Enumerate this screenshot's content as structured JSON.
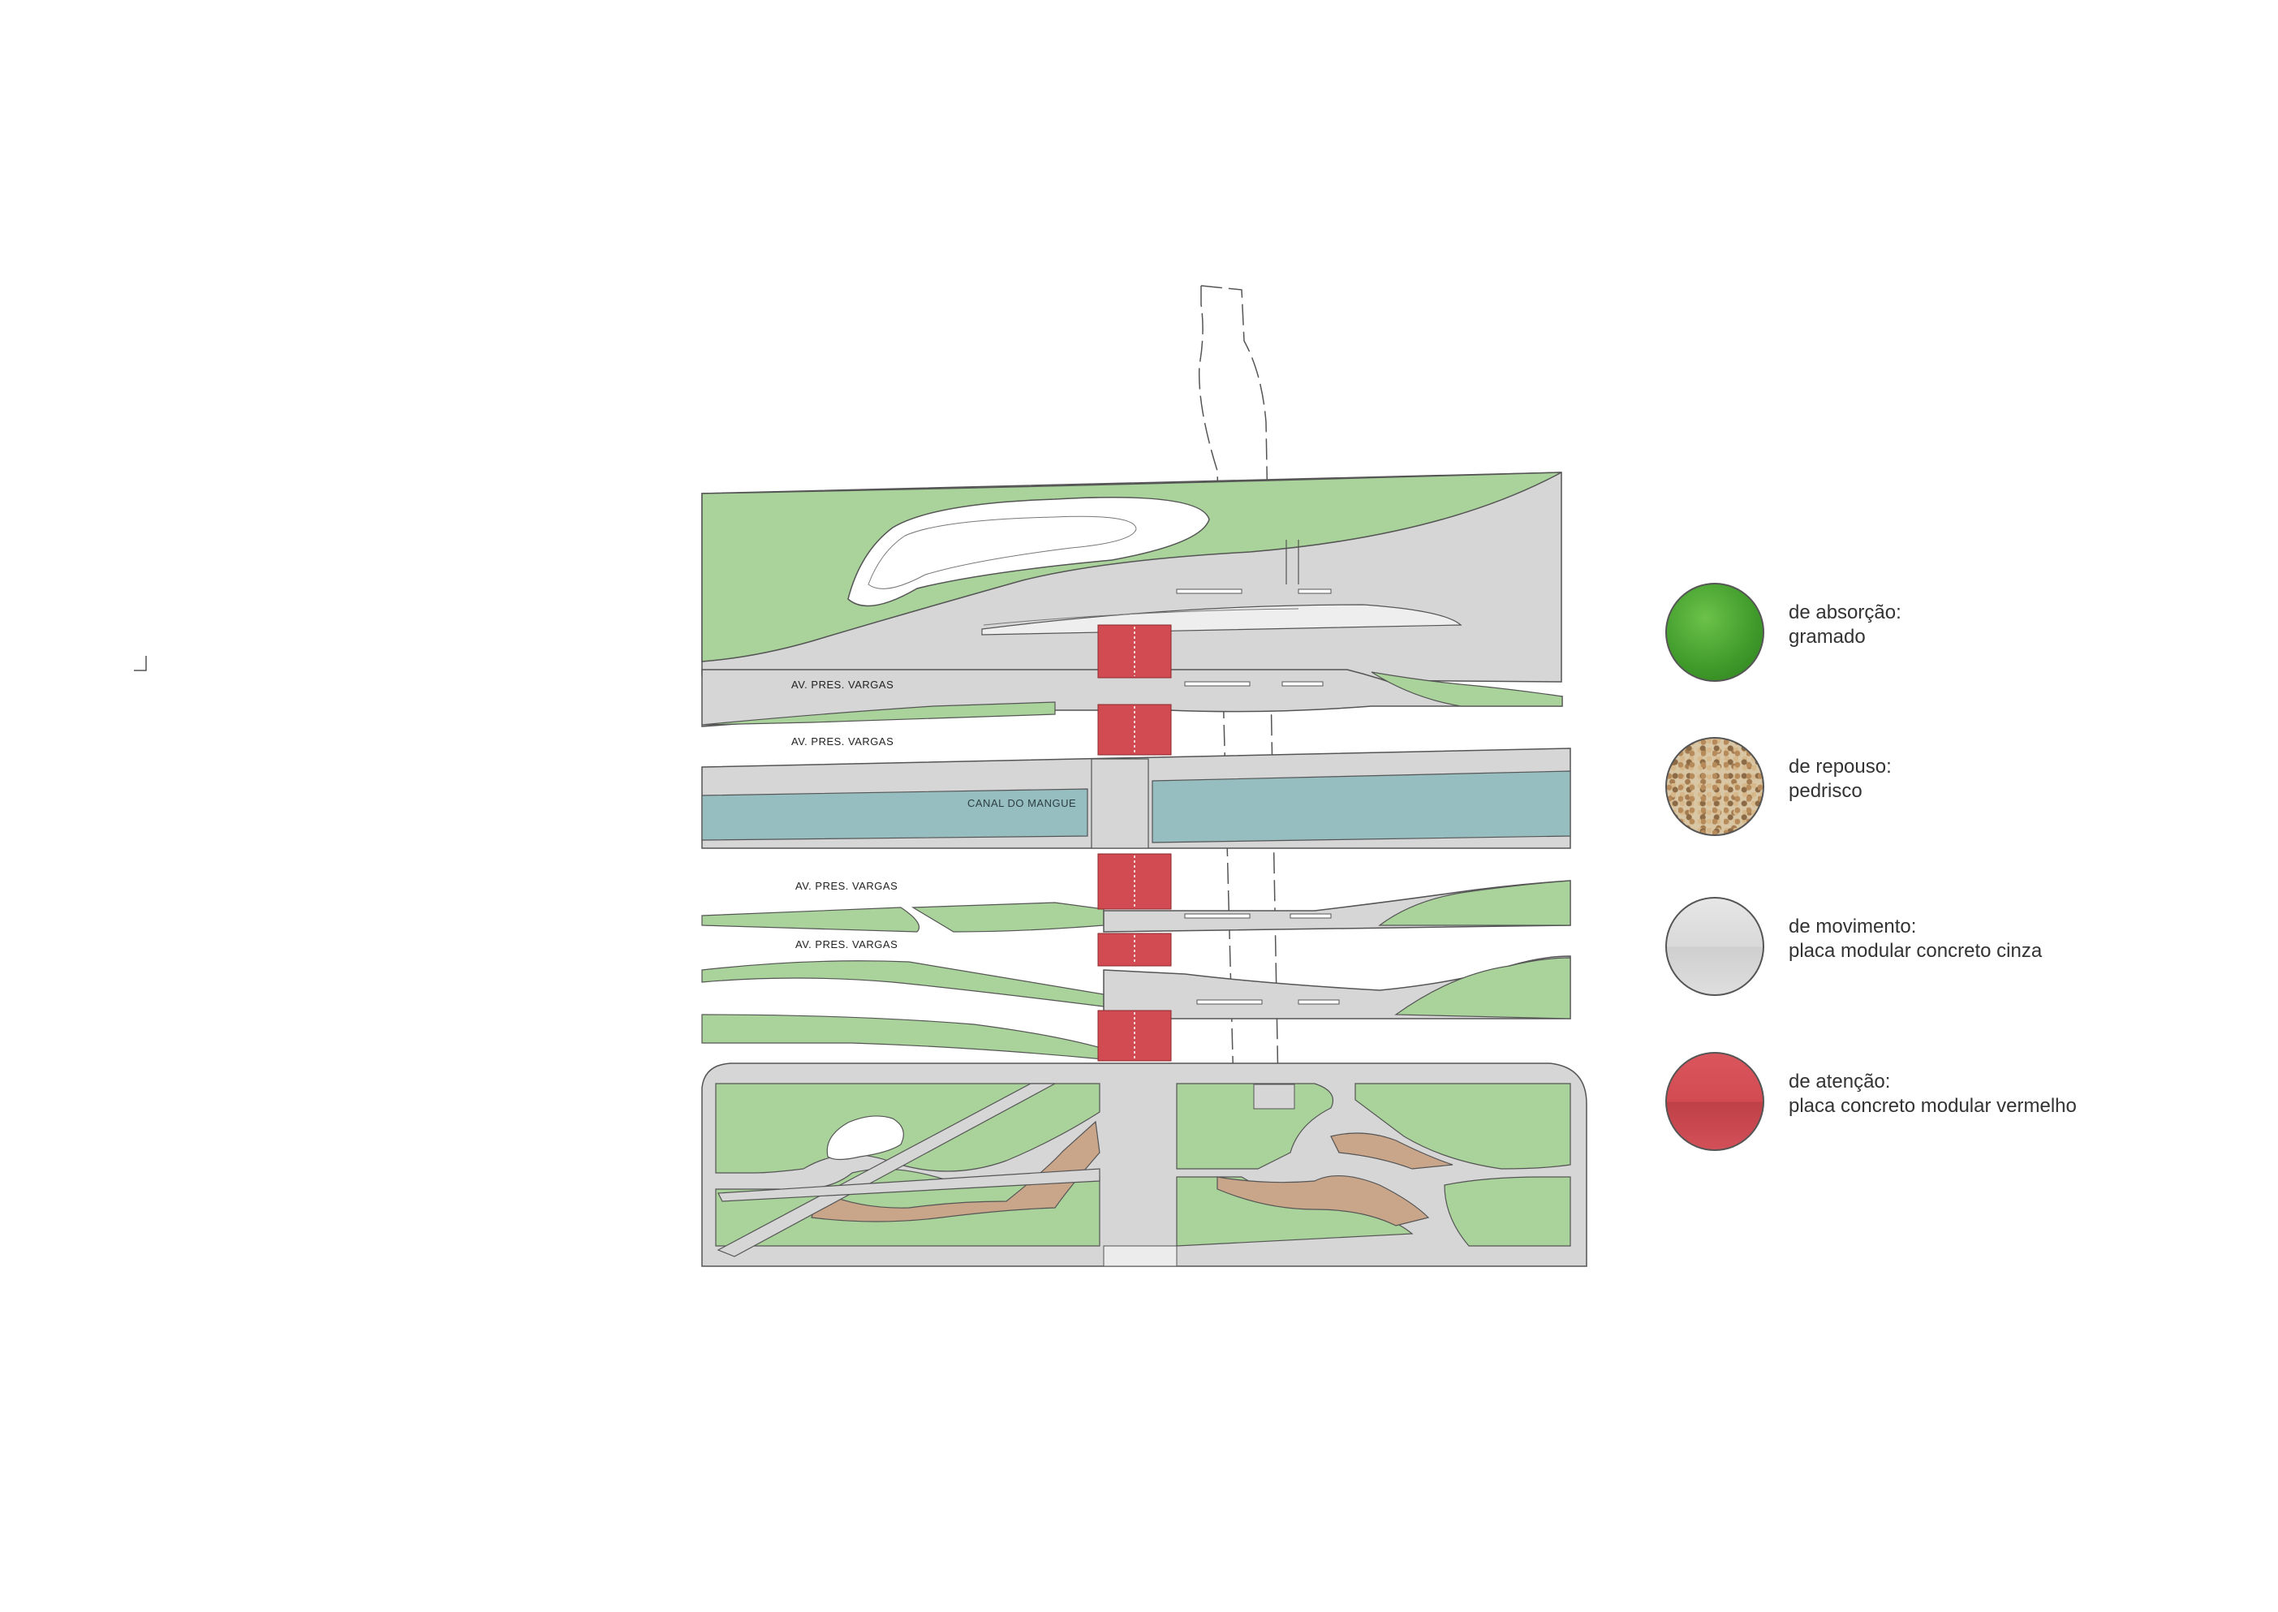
{
  "streets": {
    "pres_vargas_1": "AV. PRES. VARGAS",
    "pres_vargas_2": "AV. PRES. VARGAS",
    "pres_vargas_3": "AV. PRES. VARGAS",
    "pres_vargas_4": "AV. PRES. VARGAS"
  },
  "canal": {
    "label": "CANAL DO MANGUE"
  },
  "legend": {
    "items": [
      {
        "line1": "de absorção:",
        "line2": "gramado",
        "color": "#4a9e34",
        "icon": "grass-swatch"
      },
      {
        "line1": "de repouso:",
        "line2": "pedrisco",
        "color": "#c9a97a",
        "icon": "gravel-swatch"
      },
      {
        "line1": "de movimento:",
        "line2": "placa modular concreto cinza",
        "color": "#d9d9d9",
        "icon": "concrete-swatch"
      },
      {
        "line1": "de atenção:",
        "line2": "placa concreto modular vermelho",
        "color": "#d24b52",
        "icon": "red-concrete-swatch"
      }
    ]
  },
  "colors": {
    "grass": "#a9d39a",
    "concrete": "#d6d6d6",
    "water": "#96bdbf",
    "red": "#d24b52",
    "gravel": "#c9a58a"
  }
}
